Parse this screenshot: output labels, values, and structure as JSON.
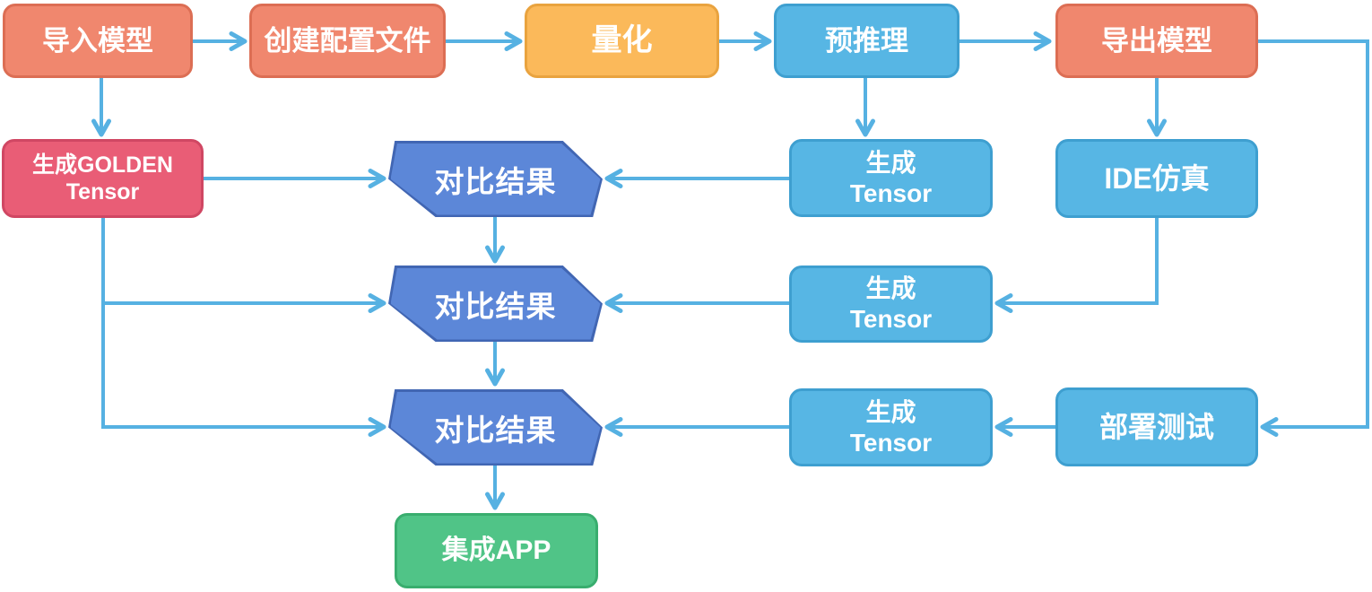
{
  "diagram": {
    "title": "model-deployment-verification-flow",
    "nodes": {
      "import_model": {
        "label": "导入模型"
      },
      "create_config": {
        "label": "创建配置文件"
      },
      "quantize": {
        "label": "量化"
      },
      "pre_inference": {
        "label": "预推理"
      },
      "export_model": {
        "label": "导出模型"
      },
      "golden_tensor": {
        "line1": "生成GOLDEN",
        "line2": "Tensor"
      },
      "gen_tensor_1": {
        "line1": "生成",
        "line2": "Tensor"
      },
      "gen_tensor_2": {
        "line1": "生成",
        "line2": "Tensor"
      },
      "gen_tensor_3": {
        "line1": "生成",
        "line2": "Tensor"
      },
      "compare_1": {
        "label": "对比结果"
      },
      "compare_2": {
        "label": "对比结果"
      },
      "compare_3": {
        "label": "对比结果"
      },
      "ide_sim": {
        "label": "IDE仿真"
      },
      "deploy_test": {
        "label": "部署测试"
      },
      "integrate_app": {
        "label": "集成APP"
      }
    },
    "edges": [
      {
        "from": "导入模型",
        "to": "创建配置文件"
      },
      {
        "from": "创建配置文件",
        "to": "量化"
      },
      {
        "from": "量化",
        "to": "预推理"
      },
      {
        "from": "预推理",
        "to": "导出模型"
      },
      {
        "from": "导入模型",
        "to": "生成GOLDEN Tensor"
      },
      {
        "from": "预推理",
        "to": "生成 Tensor (1)"
      },
      {
        "from": "导出模型",
        "to": "IDE仿真"
      },
      {
        "from": "导出模型",
        "to": "部署测试"
      },
      {
        "from": "生成GOLDEN Tensor",
        "to": "对比结果 (1)"
      },
      {
        "from": "生成GOLDEN Tensor",
        "to": "对比结果 (2)"
      },
      {
        "from": "生成GOLDEN Tensor",
        "to": "对比结果 (3)"
      },
      {
        "from": "生成 Tensor (1)",
        "to": "对比结果 (1)"
      },
      {
        "from": "IDE仿真",
        "to": "生成 Tensor (2)"
      },
      {
        "from": "生成 Tensor (2)",
        "to": "对比结果 (2)"
      },
      {
        "from": "部署测试",
        "to": "生成 Tensor (3)"
      },
      {
        "from": "生成 Tensor (3)",
        "to": "对比结果 (3)"
      },
      {
        "from": "对比结果 (1)",
        "to": "对比结果 (2)"
      },
      {
        "from": "对比结果 (2)",
        "to": "对比结果 (3)"
      },
      {
        "from": "对比结果 (3)",
        "to": "集成APP"
      }
    ]
  },
  "colors": {
    "connector": "#56B1E2",
    "salmon_fill": "#F0876E",
    "salmon_border": "#DC6E54",
    "amber_fill": "#FBB95A",
    "amber_border": "#E9A33F",
    "sky_fill": "#57B6E4",
    "sky_border": "#3E9FD0",
    "red_fill": "#E95D76",
    "red_border": "#D04763",
    "indigo_fill": "#5C87D8",
    "indigo_border": "#4166B3",
    "green_fill": "#50C487",
    "green_border": "#39AD6E",
    "text": "#FFFFFF"
  }
}
